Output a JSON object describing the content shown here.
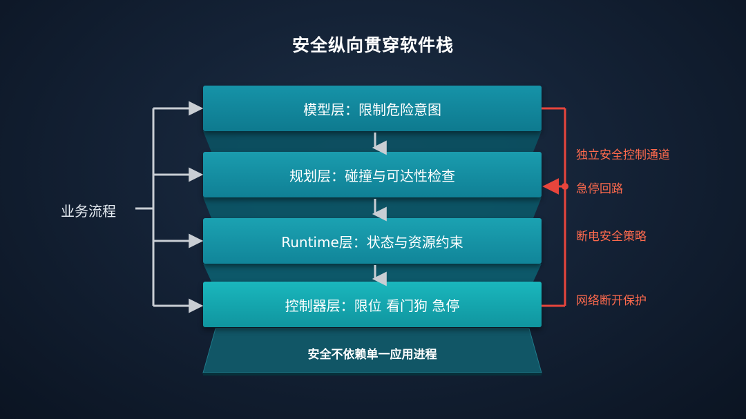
{
  "title": "安全纵向贯穿软件栈",
  "layers": [
    {
      "label": "模型层：限制危险意图"
    },
    {
      "label": "规划层：碰撞与可达性检查"
    },
    {
      "label": "Runtime层：状态与资源约束"
    },
    {
      "label": "控制器层：限位 看门狗 急停"
    }
  ],
  "base": {
    "label": "安全不依赖单一应用进程"
  },
  "left": {
    "label": "业务流程"
  },
  "right": {
    "items": [
      "独立安全控制通道",
      "急停回路",
      "断电安全策略",
      "网络断开保护"
    ]
  },
  "colors": {
    "background": "#142236",
    "layer": "#1693a8",
    "layer_bottom": "#1ab7bd",
    "safety_line": "#e8453c",
    "safety_text": "#ff6a4d",
    "flow_line": "#c9ced4"
  }
}
